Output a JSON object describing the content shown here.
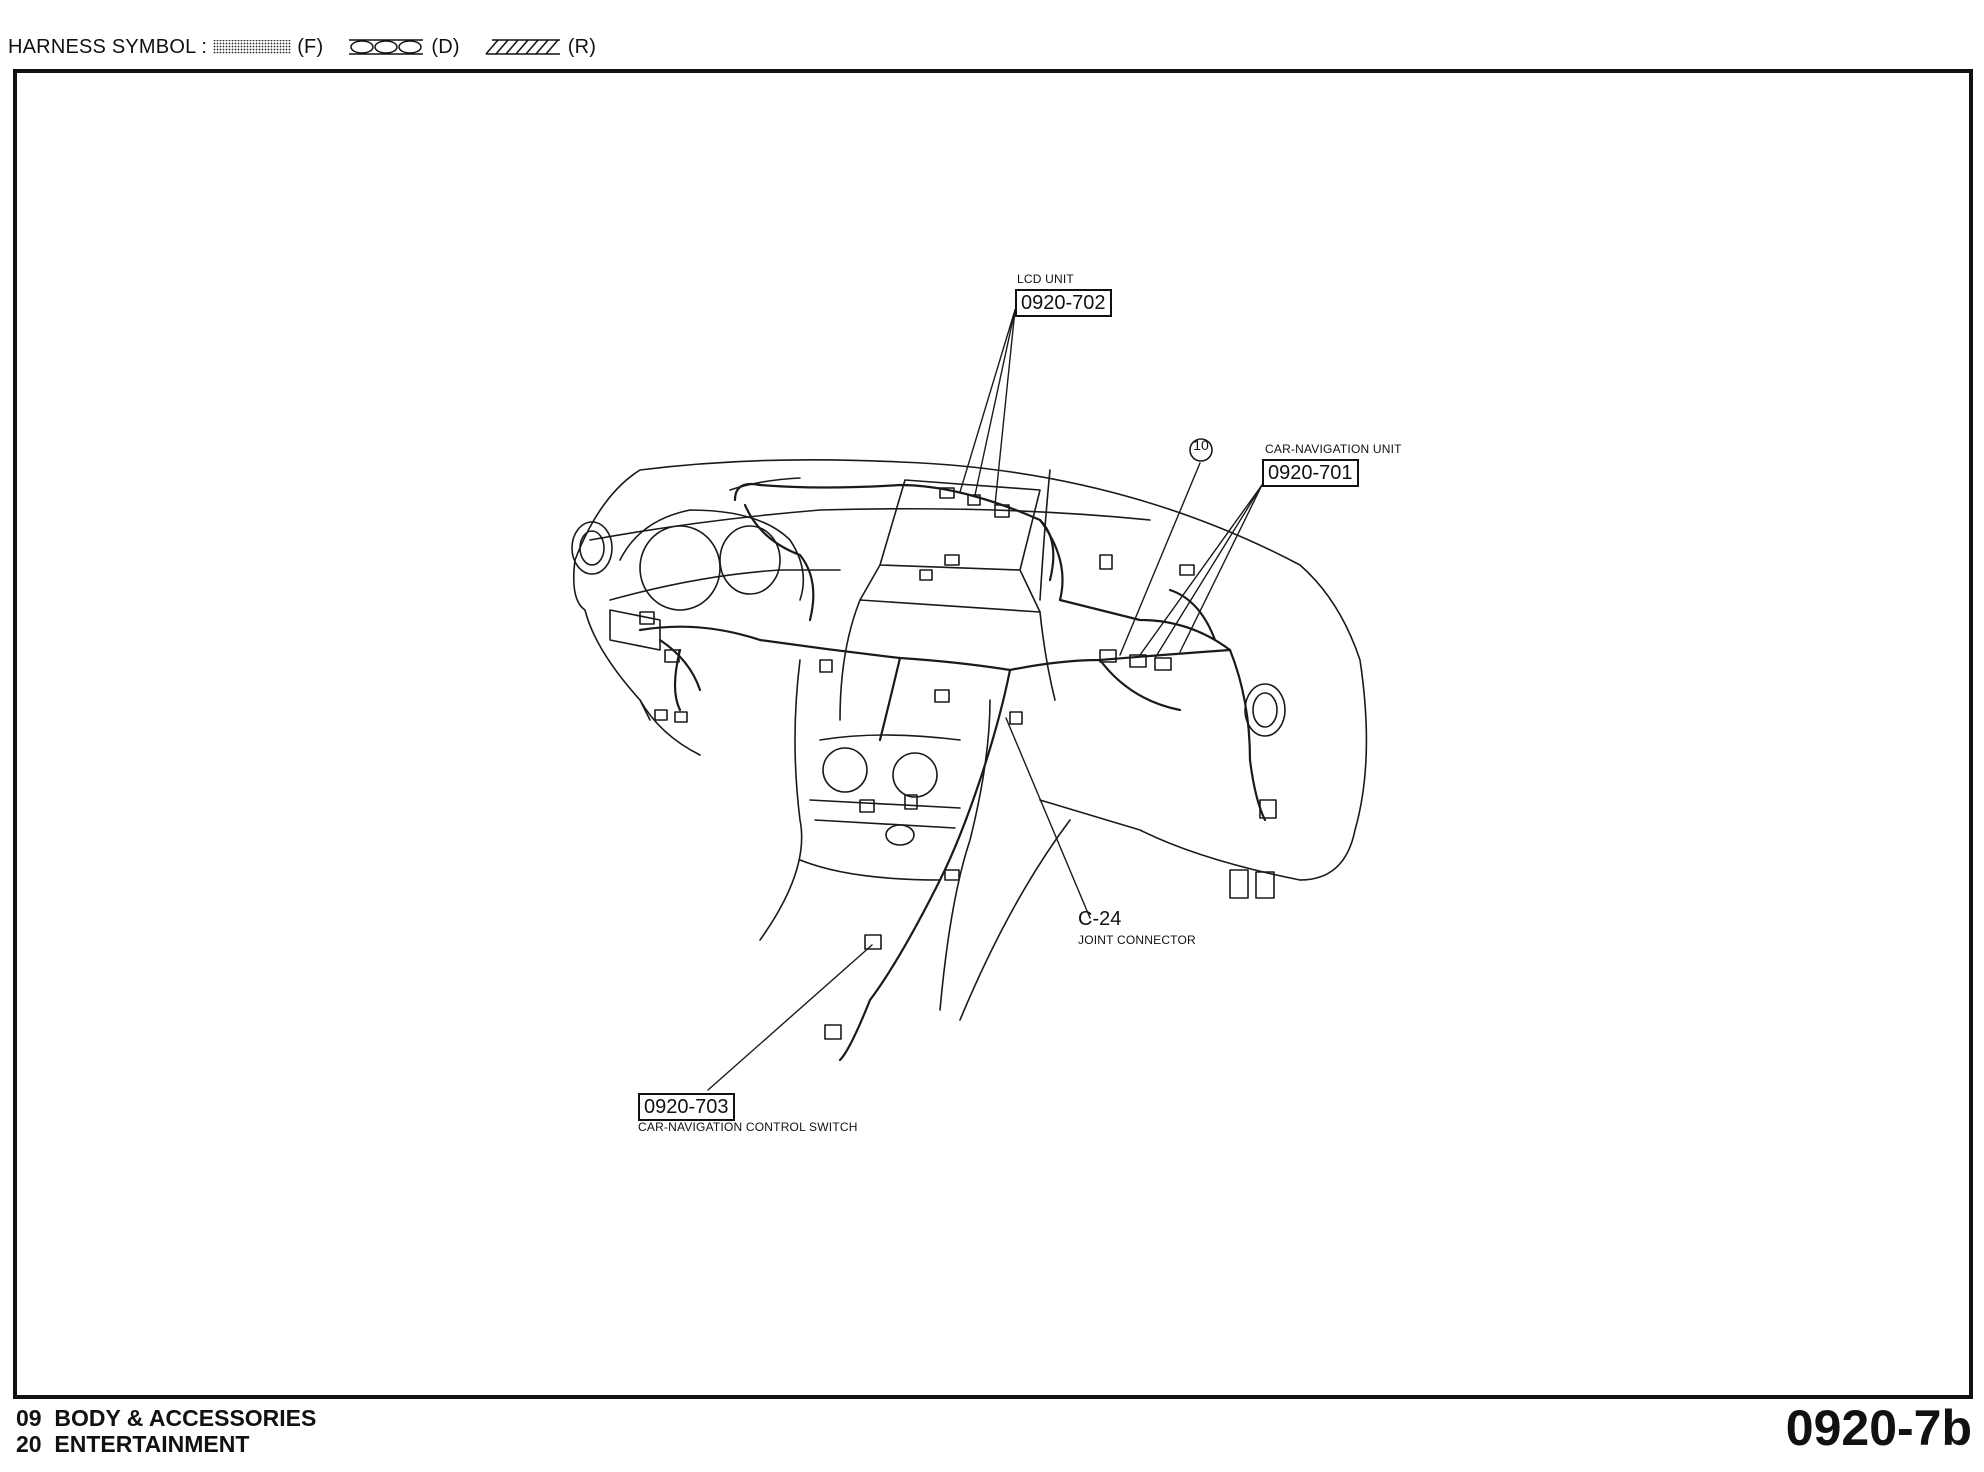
{
  "header": {
    "title": "HARNESS SYMBOL :",
    "legend": [
      {
        "code": "(F)",
        "icon": "dotted-fill-icon"
      },
      {
        "code": "(D)",
        "icon": "circles-icon"
      },
      {
        "code": "(R)",
        "icon": "hatch-icon"
      }
    ]
  },
  "callouts": {
    "lcd": {
      "name": "LCD UNIT",
      "code": "0920-702"
    },
    "nav_unit": {
      "name": "CAR-NAVIGATION UNIT",
      "code": "0920-701"
    },
    "circle_ref": "10",
    "joint": {
      "code": "C-24",
      "name": "JOINT CONNECTOR"
    },
    "nav_switch": {
      "code": "0920-703",
      "name": "CAR-NAVIGATION CONTROL SWITCH"
    }
  },
  "footer": {
    "line1": "09  BODY & ACCESSORIES",
    "line2": "20  ENTERTAINMENT",
    "page_code": "0920-7b"
  }
}
